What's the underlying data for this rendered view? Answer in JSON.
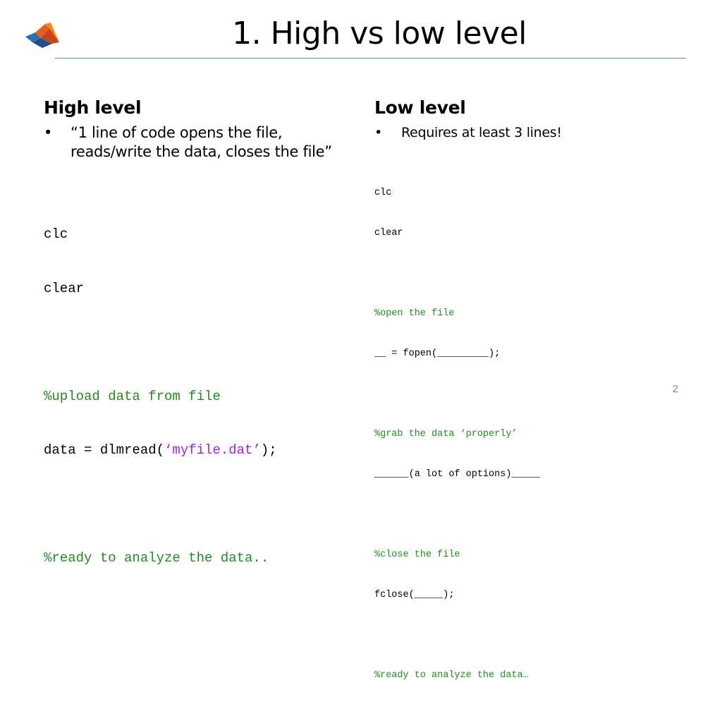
{
  "slide": {
    "title": "1. High vs low level",
    "page_number": "2",
    "colors": {
      "accent_rule": "#5b87c8",
      "comment": "#228b22",
      "string": "#a020f0"
    }
  },
  "high_level": {
    "heading": "High level",
    "bullet": "“1 line of code opens the file, reads/write the data, closes the file”",
    "code": {
      "line1": "clc",
      "line2": "clear",
      "comment1": "%upload data from file",
      "call_prefix": "data = dlmread(",
      "call_string": "‘myfile.dat’",
      "call_suffix": ");",
      "comment2": "%ready to analyze the data.."
    }
  },
  "low_level": {
    "heading": "Low level",
    "bullet": "Requires at least 3 lines!",
    "code": {
      "line1": "clc",
      "line2": "clear",
      "comment_open": "%open the file",
      "open_line": "__ = fopen(_________);",
      "comment_grab": "%grab the data ‘properly’",
      "grab_line": "______(a lot of options)_____",
      "comment_close": "%close the file",
      "close_line": "fclose(_____);",
      "comment_ready": "%ready to analyze the data…"
    }
  },
  "icons": {
    "logo": "matlab-logo-icon",
    "bullet": "bullet-dot-icon"
  }
}
